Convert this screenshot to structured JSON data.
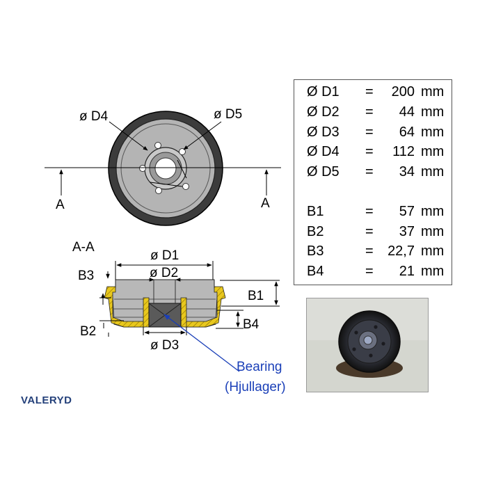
{
  "labels": {
    "d4": "ø D4",
    "d5": "ø D5",
    "section_left": "A",
    "section_right": "A",
    "section_title": "A-A",
    "d1": "ø D1",
    "d2": "ø D2",
    "d3": "ø D3",
    "b1": "B1",
    "b2": "B2",
    "b3": "B3",
    "b4": "B4",
    "bearing_line1": "Bearing",
    "bearing_line2": "(Hjullager)"
  },
  "specs": [
    {
      "name": "Ø D1",
      "eq": "=",
      "value": "200",
      "unit": "mm"
    },
    {
      "name": "Ø D2",
      "eq": "=",
      "value": "44",
      "unit": "mm"
    },
    {
      "name": "Ø D3",
      "eq": "=",
      "value": "64",
      "unit": "mm"
    },
    {
      "name": "Ø D4",
      "eq": "=",
      "value": "112",
      "unit": "mm"
    },
    {
      "name": "Ø D5",
      "eq": "=",
      "value": "34",
      "unit": "mm"
    },
    {
      "name": "B1",
      "eq": "=",
      "value": "57",
      "unit": "mm"
    },
    {
      "name": "B2",
      "eq": "=",
      "value": "37",
      "unit": "mm"
    },
    {
      "name": "B3",
      "eq": "=",
      "value": "22,7",
      "unit": "mm"
    },
    {
      "name": "B4",
      "eq": "=",
      "value": "21",
      "unit": "mm"
    }
  ],
  "brand": "VALERYD",
  "colors": {
    "drum_outer": "#3c3c3c",
    "drum_face": "#b4b4b4",
    "section_fill": "#e8c81e",
    "bearing_text": "#1a3fb8",
    "brand": "#24407a"
  }
}
